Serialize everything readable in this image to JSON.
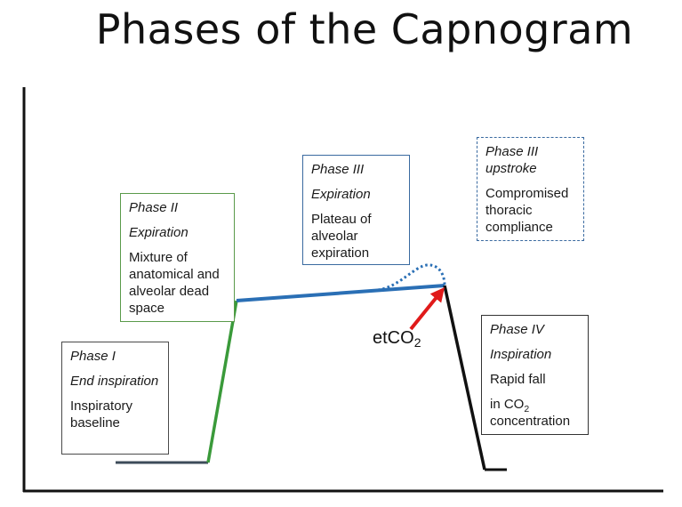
{
  "title": "Phases of the Capnogram",
  "phase1": {
    "name": "Phase I",
    "phase": "End inspiration",
    "desc": "Inspiratory baseline"
  },
  "phase2": {
    "name": "Phase II",
    "phase": "Expiration",
    "desc": "Mixture of anatomical and alveolar dead space"
  },
  "phase3": {
    "name": "Phase III",
    "phase": "Expiration",
    "desc": "Plateau of alveolar expiration"
  },
  "phase3_upstroke": {
    "name": "Phase III upstroke",
    "desc": "Compromised thoracic compliance"
  },
  "phase4": {
    "name": "Phase IV",
    "phase": "Inspiration",
    "desc_pre": "Rapid fall",
    "desc_in": "in CO",
    "desc_sub": "2",
    "desc_post": "concentration"
  },
  "etco2": {
    "text": "etCO",
    "sub": "2"
  },
  "colors": {
    "baseline": "#3d4c5a",
    "phase2": "#3a9a3a",
    "phase3": "#2a6fb5",
    "phase4": "#111111",
    "arrow": "#e01a1a"
  }
}
